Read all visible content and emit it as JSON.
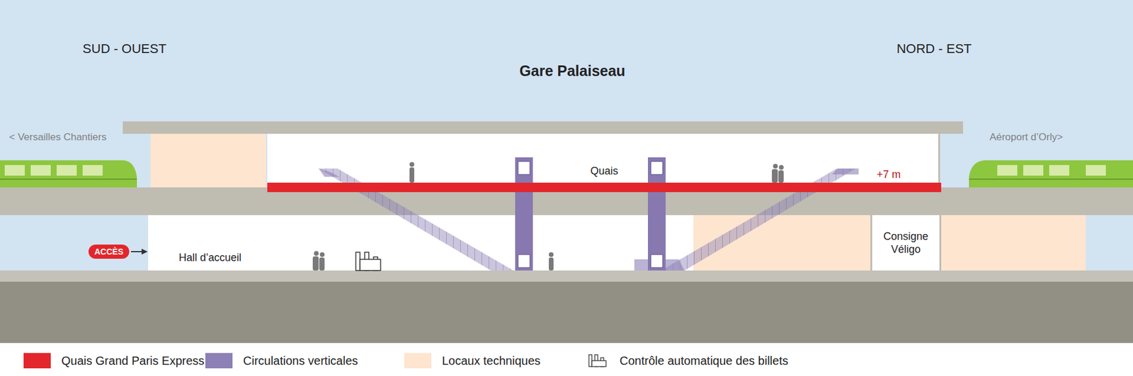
{
  "diagram": {
    "title": "Gare Palaiseau",
    "nodes": [
      {
        "text": [
          "Quais"
        ]
      },
      {
        "text": [
          "Hall d’accueil"
        ]
      },
      {
        "text": [
          "Consigne Véligo"
        ]
      },
      {
        "text": [
          "ACCÈS"
        ]
      }
    ],
    "edges": [
      {
        "from": 3,
        "to": 1,
        "arrow": "to"
      }
    ],
    "labels": [
      "SUD - OUEST",
      "NORD - EST",
      "< Versailles Chantiers",
      "Aéroport d’Orly>",
      "+7 m"
    ],
    "legend": [
      {
        "text": "Quais Grand Paris Express",
        "color": "#e3262b"
      },
      {
        "text": "Circulations verticales",
        "color": "#8c80b5"
      },
      {
        "text": "Locaux techniques",
        "color": "#fde5d0"
      },
      {
        "text": "Contrôle automatique des billets"
      }
    ]
  }
}
